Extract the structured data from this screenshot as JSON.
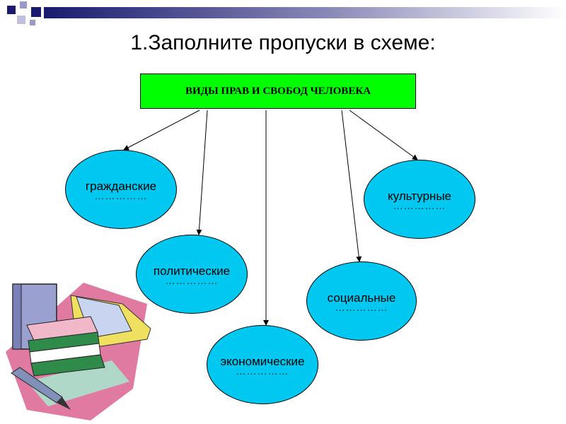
{
  "slide": {
    "title": "1.Заполните пропуски в схеме:"
  },
  "diagram": {
    "root": "ВИДЫ ПРАВ И СВОБОД ЧЕЛОВЕКА",
    "nodes": [
      {
        "label": "гражданские",
        "blank": "……………"
      },
      {
        "label": "политические",
        "blank": "……………"
      },
      {
        "label": "экономические",
        "blank": "……………"
      },
      {
        "label": "социальные",
        "blank": "……………"
      },
      {
        "label": "культурные",
        "blank": "……………"
      }
    ]
  },
  "colors": {
    "root_fill": "#00ff00",
    "node_fill": "#00c8f0",
    "header_dark": "#1a1a6e",
    "book_pink": "#e07aa0"
  },
  "icons": [
    "header-squares-icon",
    "books-clipart-icon"
  ]
}
